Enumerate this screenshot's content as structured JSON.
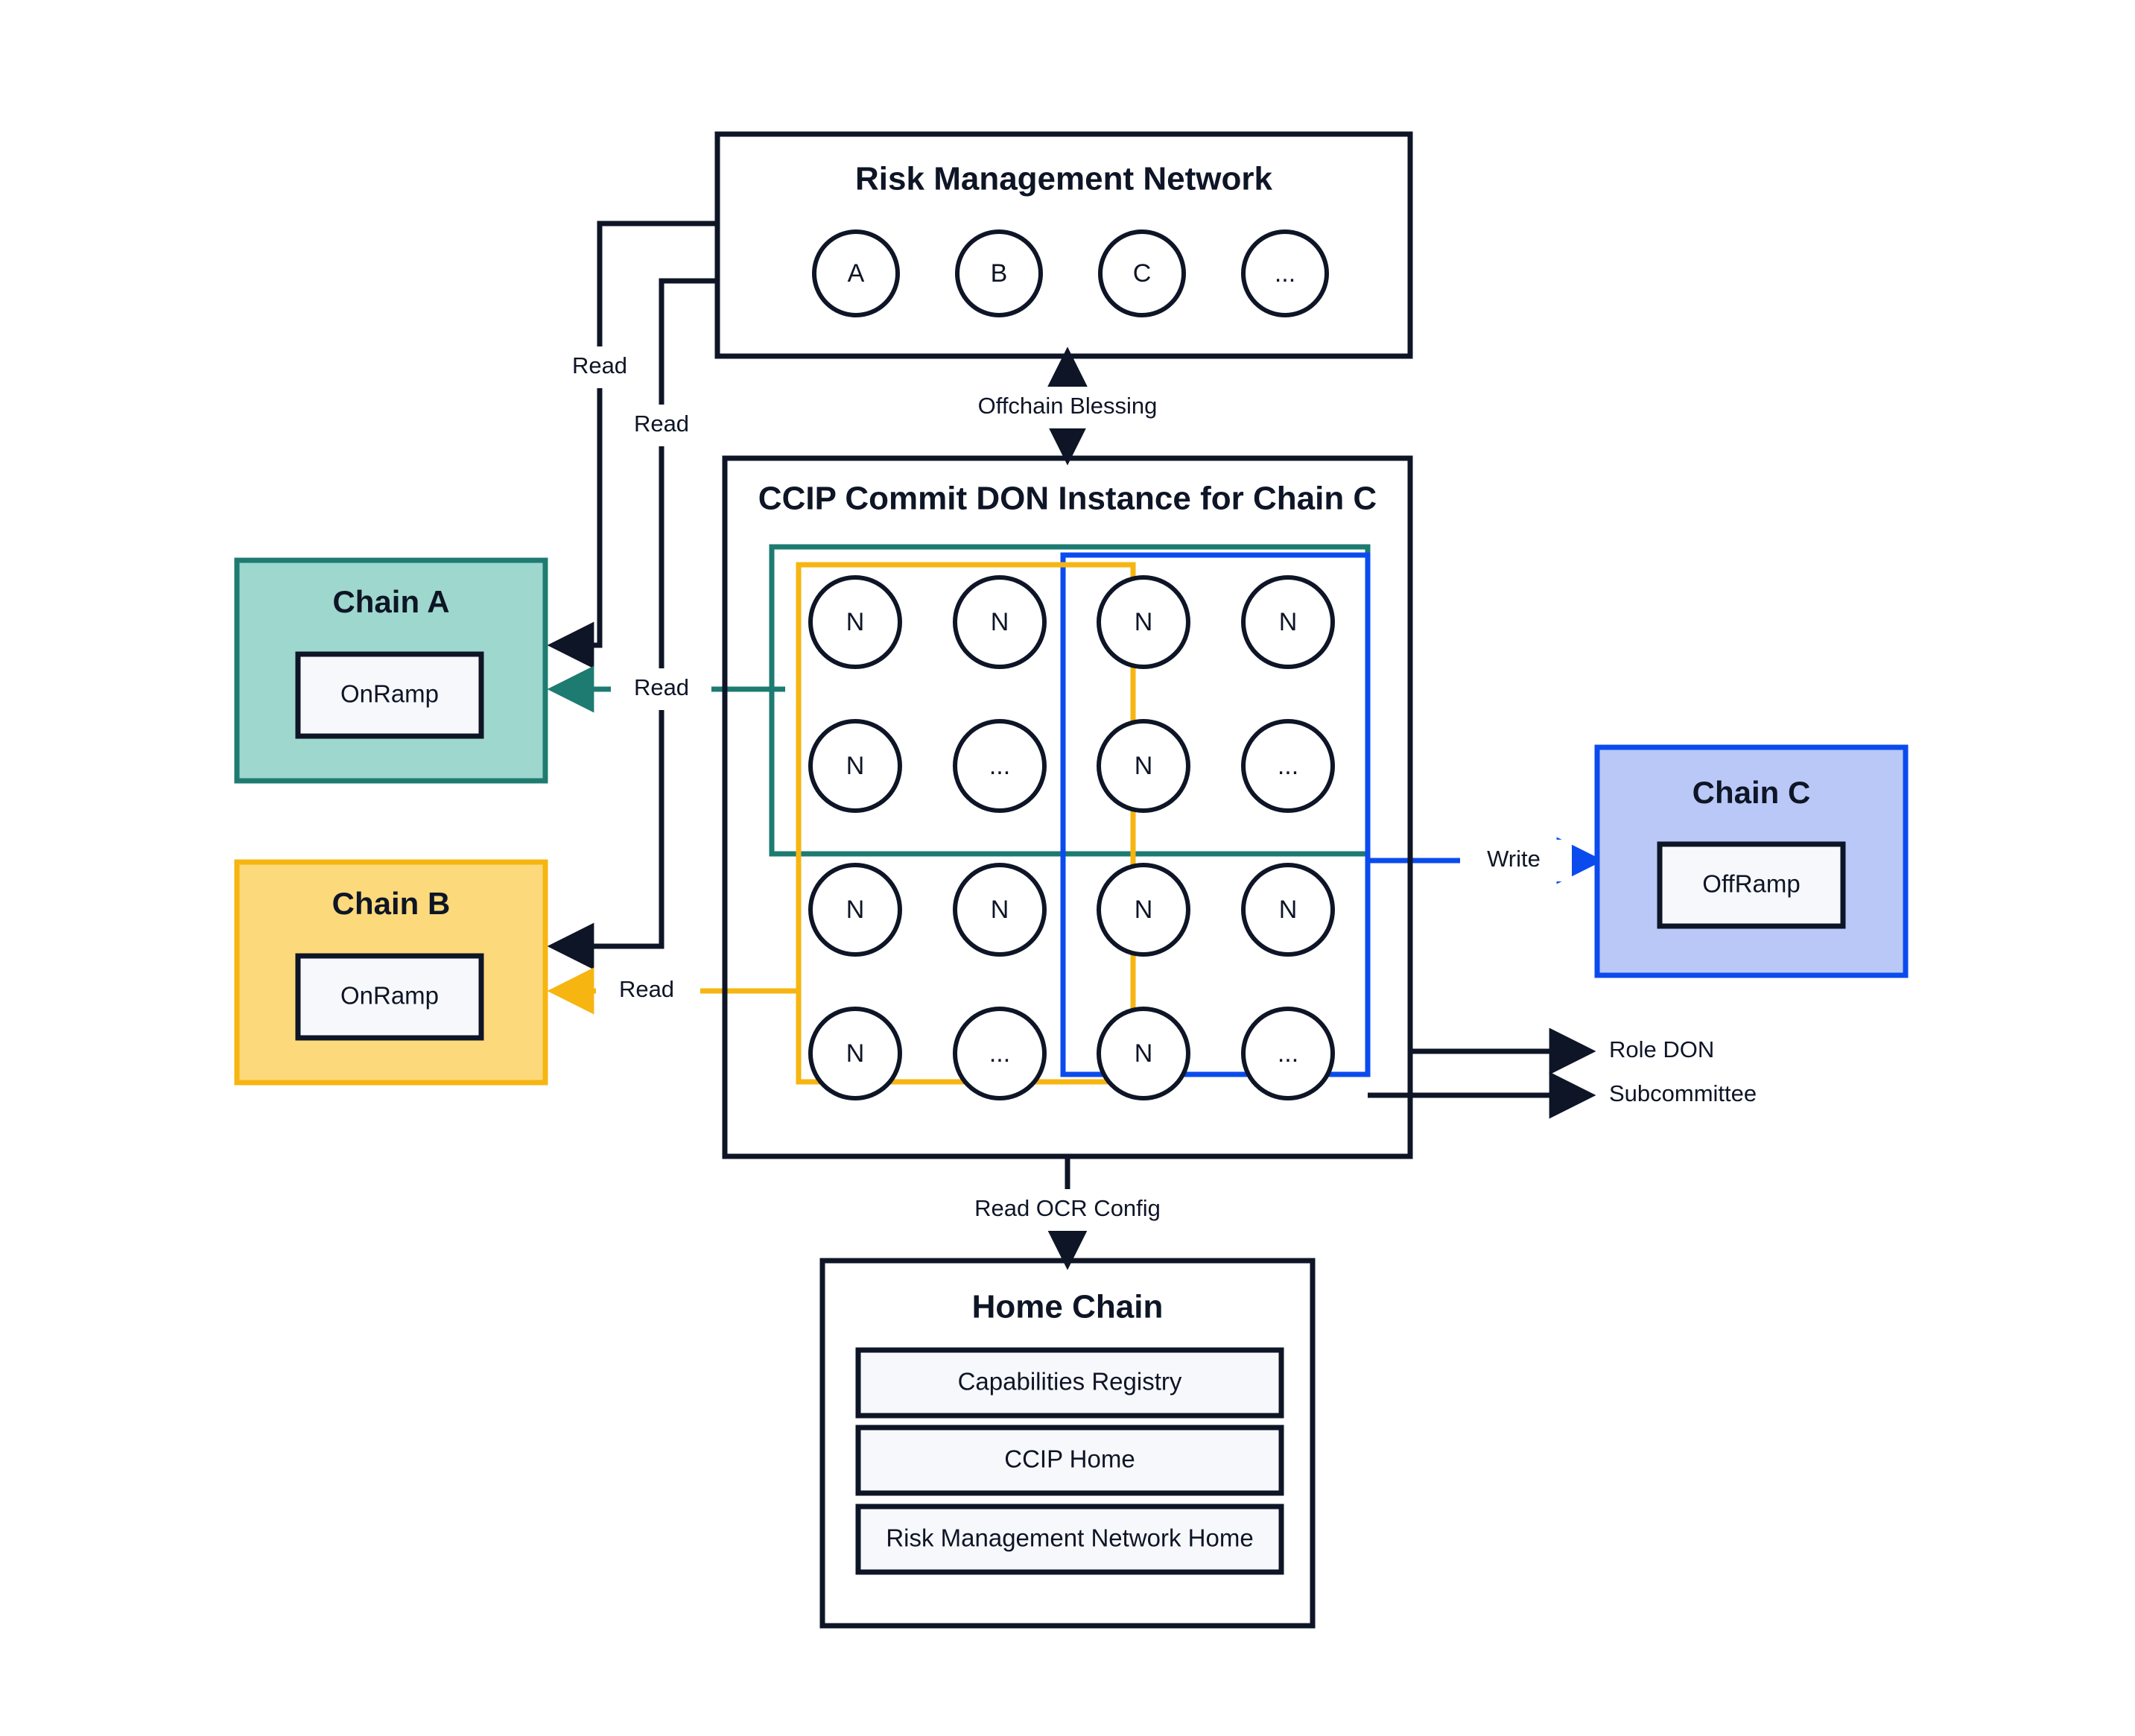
{
  "diagram": {
    "title": "CCIP Commit DON architecture",
    "colors": {
      "teal": "#1E7B71",
      "teal_fill": "#9ED7CE",
      "amber": "#F6B511",
      "amber_fill": "#FCD97A",
      "blue": "#0B4BEE",
      "blue_fill": "#B9C8F7",
      "ink": "#0E1526",
      "card_fill": "#F7F8FC"
    }
  },
  "rmn": {
    "title": "Risk Management Network",
    "nodes": [
      {
        "label": "A"
      },
      {
        "label": "B"
      },
      {
        "label": "C"
      },
      {
        "label": "..."
      }
    ]
  },
  "don": {
    "title": "CCIP Commit DON Instance for Chain C",
    "nodes": [
      {
        "label": "N"
      },
      {
        "label": "N"
      },
      {
        "label": "N"
      },
      {
        "label": "N"
      },
      {
        "label": "N"
      },
      {
        "label": "..."
      },
      {
        "label": "N"
      },
      {
        "label": "..."
      },
      {
        "label": "N"
      },
      {
        "label": "N"
      },
      {
        "label": "N"
      },
      {
        "label": "N"
      },
      {
        "label": "N"
      },
      {
        "label": "..."
      },
      {
        "label": "N"
      },
      {
        "label": "..."
      }
    ],
    "groups": [
      {
        "name": "role-don-group",
        "color": "#1E7B71"
      },
      {
        "name": "subcommittee-group-a",
        "color": "#F6B511"
      },
      {
        "name": "subcommittee-group-b",
        "color": "#0B4BEE"
      }
    ],
    "legend": [
      {
        "label": "Role DON"
      },
      {
        "label": "Subcommittee"
      }
    ]
  },
  "chain_a": {
    "title": "Chain A",
    "contract": "OnRamp"
  },
  "chain_b": {
    "title": "Chain B",
    "contract": "OnRamp"
  },
  "chain_c": {
    "title": "Chain C",
    "contract": "OffRamp"
  },
  "home_chain": {
    "title": "Home Chain",
    "contracts": [
      {
        "label": "Capabilities Registry"
      },
      {
        "label": "CCIP Home"
      },
      {
        "label": "Risk Management Network Home"
      }
    ]
  },
  "edges": {
    "read_a_black": "Read",
    "read_b_black": "Read",
    "read_a_teal": "Read",
    "read_b_amber": "Read",
    "offchain_blessing": "Offchain Blessing",
    "write_c": "Write",
    "read_ocr_config": "Read OCR Config"
  }
}
